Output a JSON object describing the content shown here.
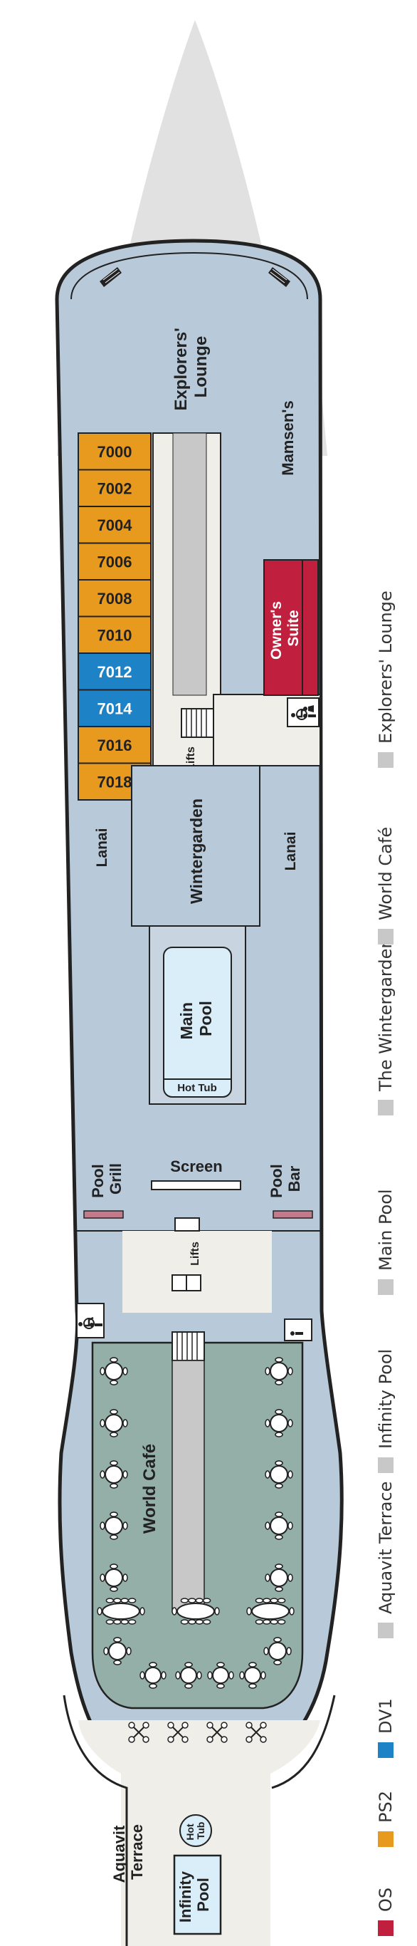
{
  "colors": {
    "OS": "#c0203e",
    "PS2": "#e89a1f",
    "DV1": "#1e82c6",
    "public": "#c8c8c8",
    "deck": "#b8c9d9",
    "cafe": "#93afa8",
    "bow": "#e1e1e1",
    "terrace": "#efeee8"
  },
  "cabins": [
    {
      "number": "7000",
      "category": "PS2"
    },
    {
      "number": "7002",
      "category": "PS2"
    },
    {
      "number": "7004",
      "category": "PS2"
    },
    {
      "number": "7006",
      "category": "PS2"
    },
    {
      "number": "7008",
      "category": "PS2"
    },
    {
      "number": "7010",
      "category": "PS2"
    },
    {
      "number": "7012",
      "category": "DV1"
    },
    {
      "number": "7014",
      "category": "DV1"
    },
    {
      "number": "7016",
      "category": "PS2"
    },
    {
      "number": "7018",
      "category": "PS2"
    }
  ],
  "suite": {
    "line1": "Owner's",
    "line2": "Suite",
    "category": "OS"
  },
  "areas": {
    "explorers_lounge": [
      "Explorers'",
      "Lounge"
    ],
    "mamsens": "Mamsen's",
    "lanai_left": "Lanai",
    "lanai_right": "Lanai",
    "wintergarden": "Wintergarden",
    "main_pool": [
      "Main",
      "Pool"
    ],
    "hot_tub": "Hot Tub",
    "pool_grill": [
      "Pool",
      "Grill"
    ],
    "screen": "Screen",
    "pool_bar": [
      "Pool",
      "Bar"
    ],
    "lifts_upper": "Lifts",
    "lifts_lower": "Lifts",
    "world_cafe": "World Café",
    "aquavit_terrace": [
      "Aquavit",
      "Terrace"
    ],
    "hot_tub_small": [
      "Hot",
      "Tub"
    ],
    "infinity_pool": [
      "Infinity",
      "Pool"
    ]
  },
  "legend": [
    {
      "label": "OS",
      "color": "#c0203e"
    },
    {
      "label": "PS2",
      "color": "#e89a1f"
    },
    {
      "label": "DV1",
      "color": "#1e82c6"
    },
    {
      "label": "Aquavit Terrace",
      "color": "#c8c8c8"
    },
    {
      "label": "Infinity Pool",
      "color": "#c8c8c8"
    },
    {
      "label": "Main Pool",
      "color": "#c8c8c8"
    },
    {
      "label": "The Wintergarden",
      "color": "#c8c8c8"
    },
    {
      "label": "World Café",
      "color": "#c8c8c8"
    },
    {
      "label": "Explorers' Lounge",
      "color": "#c8c8c8"
    }
  ],
  "icons": [
    "accessible-icon",
    "restroom-icon",
    "stairs-icon",
    "dining-table-icon",
    "lounge-chair-icon"
  ]
}
